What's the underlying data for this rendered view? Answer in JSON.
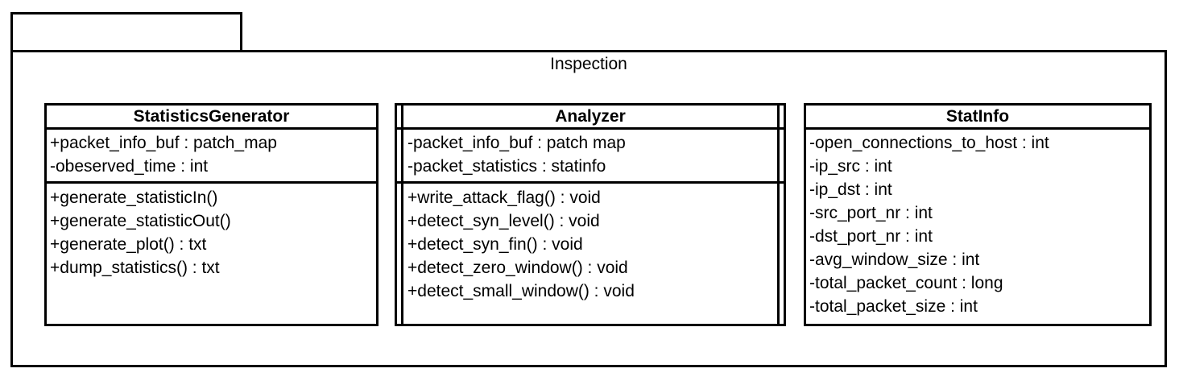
{
  "package": {
    "name": "Inspection"
  },
  "classes": [
    {
      "name": "StatisticsGenerator",
      "active": false,
      "attributes": [
        "+packet_info_buf : patch_map",
        "-obeserved_time : int"
      ],
      "methods": [
        "+generate_statisticIn()",
        "+generate_statisticOut()",
        "+generate_plot() : txt",
        "+dump_statistics() : txt"
      ]
    },
    {
      "name": "Analyzer",
      "active": true,
      "attributes": [
        "-packet_info_buf : patch map",
        "-packet_statistics : statinfo"
      ],
      "methods": [
        "+write_attack_flag() : void",
        "+detect_syn_level() : void",
        "+detect_syn_fin() : void",
        "+detect_zero_window() : void",
        "+detect_small_window() : void"
      ]
    },
    {
      "name": "StatInfo",
      "active": false,
      "attributes": [
        "-open_connections_to_host : int",
        "-ip_src : int",
        "-ip_dst : int",
        "-src_port_nr : int",
        "-dst_port_nr : int",
        "-avg_window_size : int",
        "-total_packet_count : long",
        "-total_packet_size : int"
      ],
      "methods": []
    }
  ],
  "colors": {
    "line": "#000000",
    "background": "#ffffff"
  }
}
